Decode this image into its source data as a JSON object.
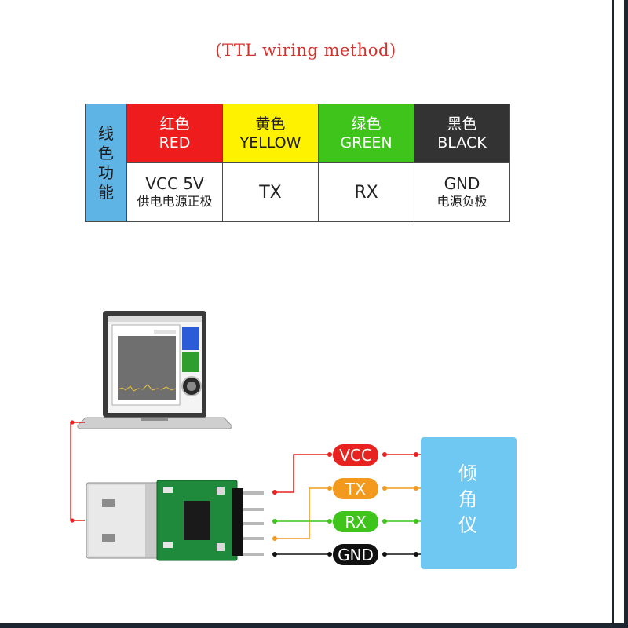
{
  "title": "(TTL wiring method)",
  "table": {
    "row_header": "线色功能",
    "columns": [
      {
        "color_cn": "红色",
        "color_en": "RED",
        "func": "VCC 5V",
        "func_sub": "供电电源正极",
        "fill": "#ee1c1c"
      },
      {
        "color_cn": "黄色",
        "color_en": "YELLOW",
        "func": "TX",
        "func_sub": "",
        "fill": "#fff200"
      },
      {
        "color_cn": "绿色",
        "color_en": "GREEN",
        "func": "RX",
        "func_sub": "",
        "fill": "#3ec41a"
      },
      {
        "color_cn": "黑色",
        "color_en": "BLACK",
        "func": "GND",
        "func_sub": "电源负极",
        "fill": "#333333"
      }
    ]
  },
  "wires": [
    {
      "label": "VCC",
      "color": "#e8231f"
    },
    {
      "label": "TX",
      "color": "#f39a1e"
    },
    {
      "label": "RX",
      "color": "#3ec41a"
    },
    {
      "label": "GND",
      "color": "#111111"
    }
  ],
  "device_label": "倾角仪",
  "colors": {
    "device_box": "#6fc8f2",
    "title": "#d0332d",
    "header_blue": "#5fb4e6"
  },
  "icons": [
    "laptop-icon",
    "usb-ttl-adapter-icon"
  ]
}
